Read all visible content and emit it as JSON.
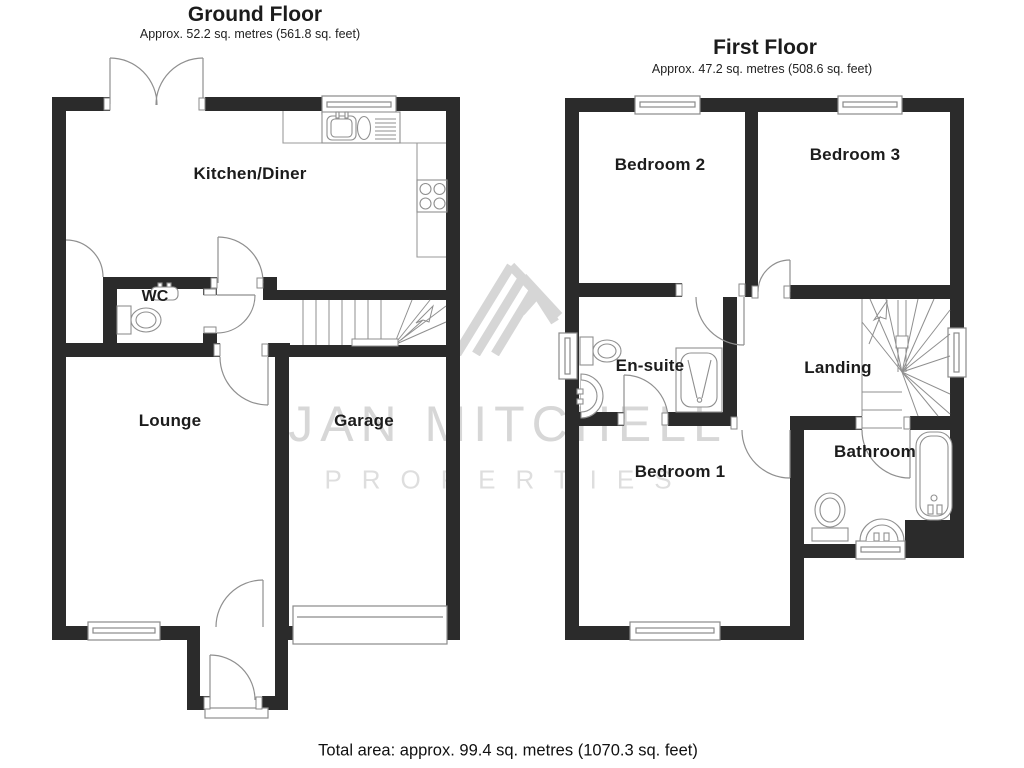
{
  "ground_floor": {
    "title": "Ground Floor",
    "area": "Approx. 52.2 sq. metres (561.8 sq. feet)",
    "rooms": {
      "kitchen": "Kitchen/Diner",
      "wc": "WC",
      "lounge": "Lounge",
      "garage": "Garage"
    }
  },
  "first_floor": {
    "title": "First Floor",
    "area": "Approx. 47.2 sq. metres (508.6 sq. feet)",
    "rooms": {
      "bedroom2": "Bedroom 2",
      "bedroom3": "Bedroom 3",
      "ensuite": "En-suite",
      "landing": "Landing",
      "bedroom1": "Bedroom 1",
      "bathroom": "Bathroom"
    }
  },
  "watermark": {
    "name": "JAN MITCHELL",
    "tagline": "PROPERTIES"
  },
  "footer": {
    "total_area": "Total area: approx. 99.4 sq. metres (1070.3 sq. feet)"
  },
  "colors": {
    "wall": "#2b2b2b",
    "thin_line": "#8f8f8f",
    "label": "#1c1c1c",
    "watermark": "#d9d9d9"
  }
}
